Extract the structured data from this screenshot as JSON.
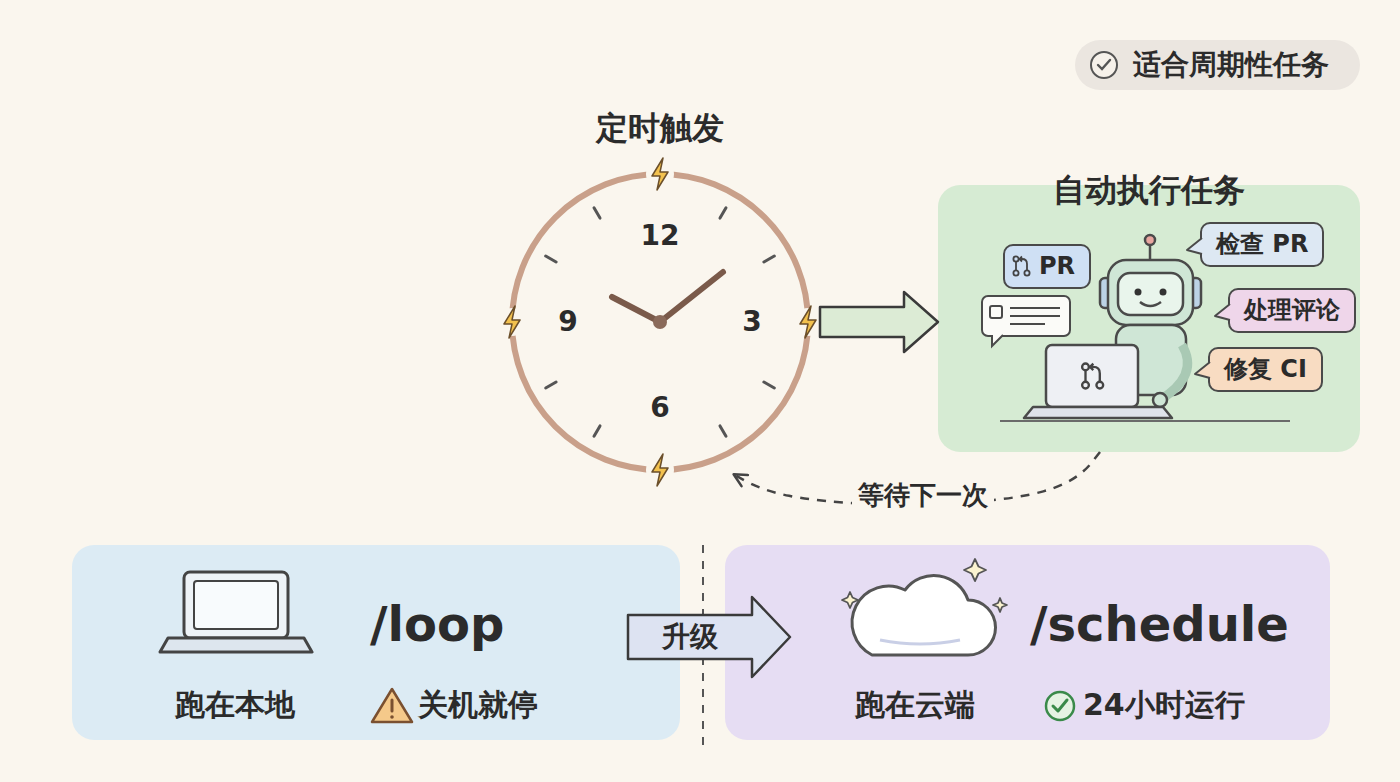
{
  "diagram": {
    "nodes": [
      {
        "text": [
          "适合周期性任务"
        ]
      },
      {
        "text": [
          "定时触发",
          "12",
          "3",
          "6",
          "9"
        ]
      },
      {
        "text": [
          "自动执行任务"
        ]
      },
      {
        "text": [
          "PR"
        ],
        "in": 2
      },
      {
        "text": [
          "检查 PR"
        ],
        "in": 2
      },
      {
        "text": [
          "处理评论"
        ],
        "in": 2
      },
      {
        "text": [
          "修复 CI"
        ],
        "in": 2
      },
      {
        "text": [
          "/loop",
          "跑在本地",
          "关机就停"
        ]
      },
      {
        "text": [
          "/schedule",
          "跑在云端",
          "24小时运行"
        ]
      }
    ],
    "edges": [
      {
        "from": 1,
        "to": 2,
        "arrow": "to"
      },
      {
        "from": 2,
        "to": 1,
        "label": "等待下一次",
        "arrow": "to"
      },
      {
        "from": 7,
        "to": 8,
        "label": "升级",
        "arrow": "to"
      }
    ]
  }
}
